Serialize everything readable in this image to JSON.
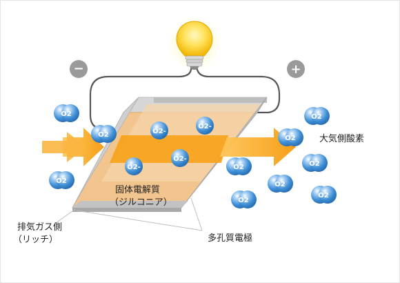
{
  "labels": {
    "solid_electrolyte": "固体電解質",
    "zirconia": "（ジルコニア）",
    "exhaust_side": "排気ガス側",
    "rich": "（リッチ）",
    "atmosphere_side": "大気側酸素",
    "porous_electrode": "多孔質電極"
  },
  "terminals": {
    "negative": "−",
    "positive": "+"
  },
  "molecules": {
    "o2": "O2",
    "o2_ion": "O2-"
  },
  "icons": [
    "light-bulb-icon",
    "minus-terminal-icon",
    "plus-terminal-icon",
    "arrow-right-icon"
  ],
  "colors": {
    "arrow": "#f5a623",
    "electrolyte": "#f2c48e",
    "electrode_frame": "#c8c8c8",
    "molecule": "#3f8fd6",
    "terminal": "#9a9a9a",
    "bulb": "#ffd43b"
  }
}
